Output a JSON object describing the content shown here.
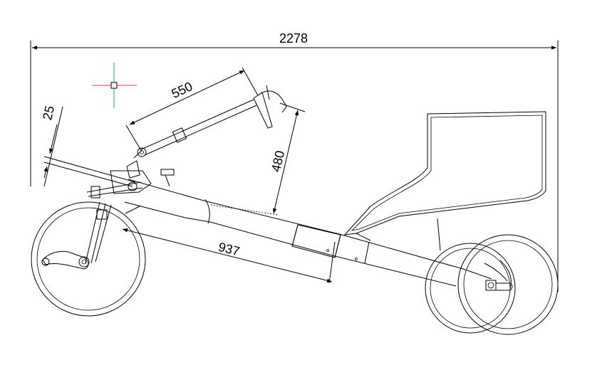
{
  "dimensions": {
    "overall_length": "2278",
    "handlebar_reach": "550",
    "seat_height": "480",
    "frame_length": "937",
    "offset": "25"
  },
  "colors": {
    "line": "#000000",
    "background": "#ffffff",
    "cursor_horizontal": "#e04040",
    "cursor_vertical": "#20b050"
  },
  "icons": {
    "cursor": "crosshair-cursor-icon"
  }
}
